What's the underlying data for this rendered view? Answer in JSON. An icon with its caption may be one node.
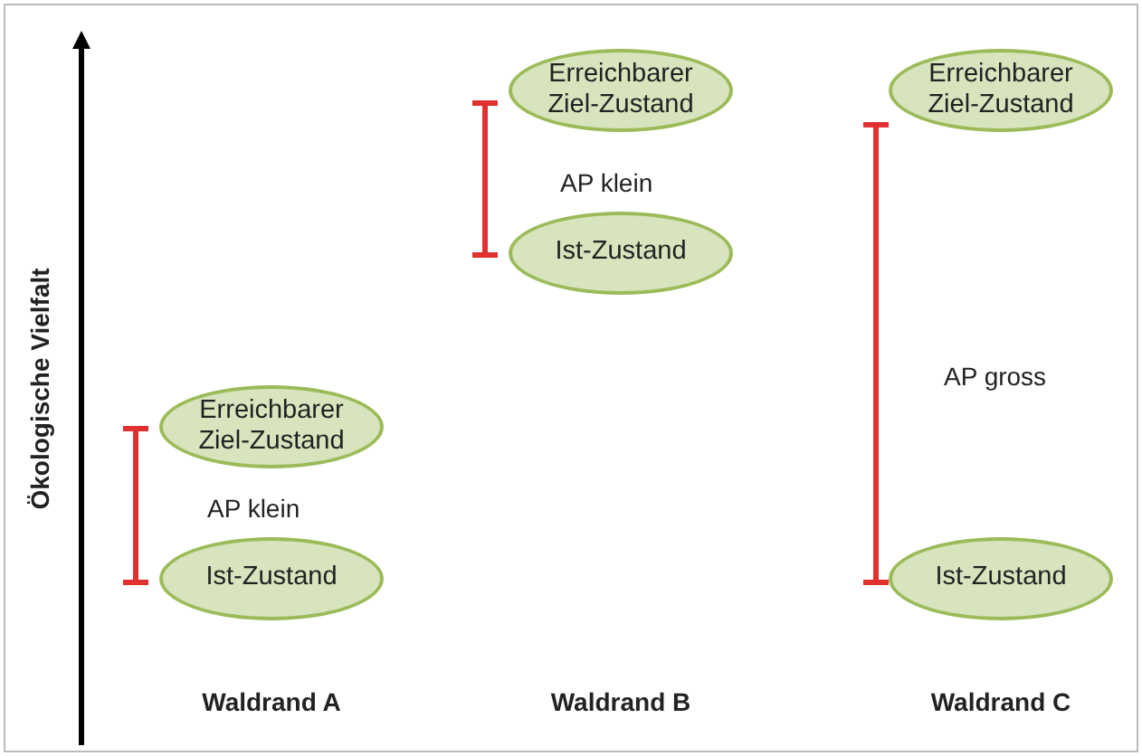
{
  "diagram": {
    "nodes": [
      {
        "text": [
          "Erreichbarer Ziel-Zustand"
        ]
      },
      {
        "text": [
          "Ist-Zustand"
        ]
      },
      {
        "text": [
          "Erreichbarer Ziel-Zustand"
        ]
      },
      {
        "text": [
          "Ist-Zustand"
        ]
      },
      {
        "text": [
          "Erreichbarer Ziel-Zustand"
        ]
      },
      {
        "text": [
          "Ist-Zustand"
        ]
      }
    ],
    "edges": [],
    "labels": [
      "Ökologische Vielfalt",
      "AP klein",
      "AP klein",
      "AP gross",
      "Waldrand A",
      "Waldrand B",
      "Waldrand C"
    ]
  }
}
